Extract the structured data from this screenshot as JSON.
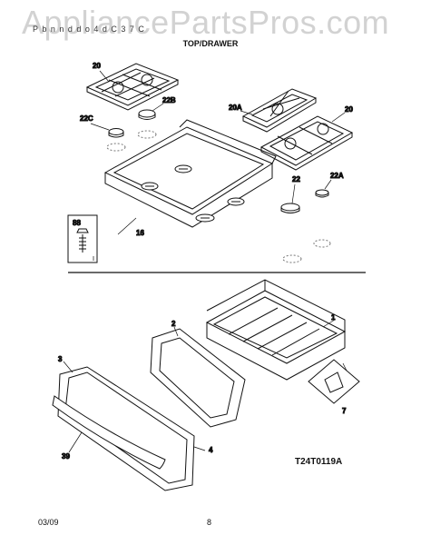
{
  "watermark": "AppliancePartsPros.com",
  "header": {
    "partial_text": "P  b  n  n     d  d  o  4     d    C  3  7  C"
  },
  "section_title": "TOP/DRAWER",
  "callouts": {
    "c20_left": "20",
    "c22B": "22B",
    "c22C": "22C",
    "c20A": "20A",
    "c20_right": "20",
    "c22": "22",
    "c22A": "22A",
    "c88": "88",
    "c16": "16",
    "c1": "1",
    "c2": "2",
    "c3": "3",
    "c7": "7",
    "c39": "39",
    "c4": "4"
  },
  "diagram_code": "T24T0119A",
  "footer": {
    "date": "03/09",
    "page": "8"
  }
}
